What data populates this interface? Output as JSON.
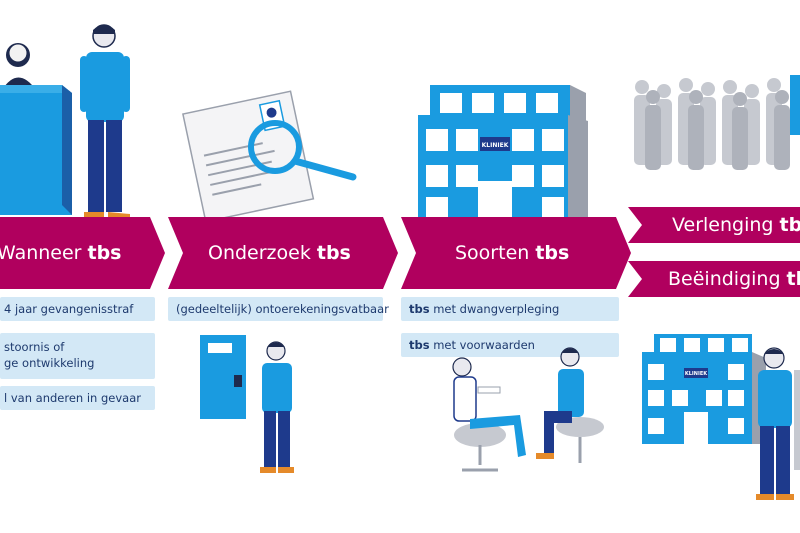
{
  "colors": {
    "banner": "#b0005e",
    "note_bg": "#d3e8f6",
    "note_text": "#1e3a6e",
    "accent_blue": "#1a9be0",
    "navy": "#1e3a8c"
  },
  "steps": [
    {
      "title": "Wanneer",
      "keyword": "tbs",
      "notes": [
        "4 jaar gevangenisstraf",
        "stoornis of",
        "ge ontwikkeling",
        "l van anderen in gevaar"
      ]
    },
    {
      "title": "Onderzoek",
      "keyword": "tbs",
      "notes": [
        "(gedeeltelijk) ontoerekeningsvatbaar"
      ]
    },
    {
      "title": "Soorten",
      "keyword": "tbs",
      "notes": [
        {
          "kw": "tbs",
          "rest": "met dwangverpleging"
        },
        {
          "kw": "tbs",
          "rest": "met voorwaarden"
        }
      ]
    },
    {
      "title": "Verlenging",
      "keyword": "tbs"
    },
    {
      "title": "Beëindiging",
      "keyword": "tb"
    }
  ],
  "clinic_sign": "KLINIEK",
  "icons": [
    "judge-bench-illustration",
    "person-figure",
    "document-magnifier-icon",
    "clinic-building-icon",
    "crowd-silhouette",
    "cell-door-icon",
    "therapy-session-illustration"
  ]
}
